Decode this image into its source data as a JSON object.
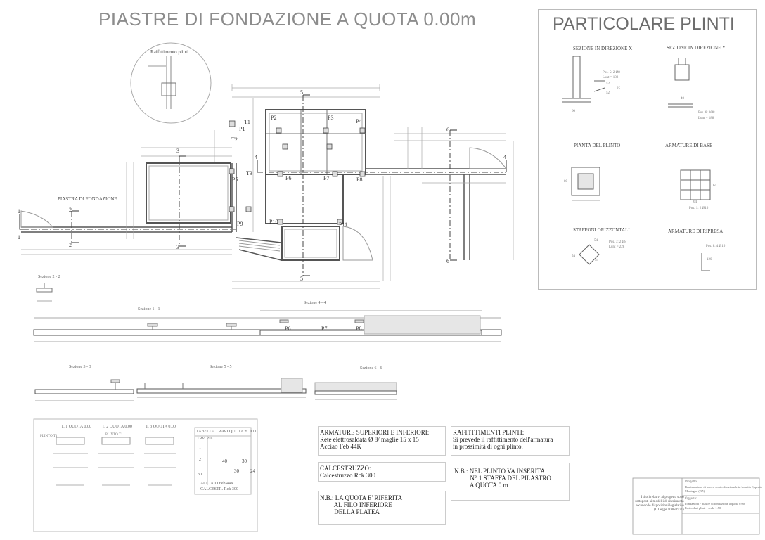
{
  "titles": {
    "main": "PIASTRE DI  FONDAZIONE A QUOTA 0.00m",
    "detail": "PARTICOLARE PLINTI"
  },
  "plan": {
    "raffittimento": "Raffittimento plinti",
    "piastra_label": "PIASTRA DI FONDAZIONE",
    "columns": [
      "P1",
      "P2",
      "P3",
      "P4",
      "P5",
      "P6",
      "P7",
      "P8",
      "P9",
      "P10",
      "P11"
    ],
    "beams": [
      "T1",
      "T2",
      "T3"
    ],
    "section_marks": [
      "1",
      "1",
      "2",
      "2",
      "3",
      "3",
      "4",
      "4",
      "5",
      "5",
      "6",
      "6"
    ]
  },
  "sections": {
    "s22": "Sezione 2 - 2",
    "s11": "Sezione 1 - 1",
    "s44": "Sezione 4 - 4",
    "s33": "Sezione 3 - 3",
    "s55": "Sezione 5 - 5",
    "s66": "Sezione 6 - 6",
    "s44_cols": [
      "P6",
      "P7",
      "P8"
    ]
  },
  "detail": {
    "sez_x": "SEZIONE IN DIREZIONE X",
    "sez_y": "SEZIONE IN DIREZIONE Y",
    "pianta": "PIANTA DEL PLINTO",
    "armature_base": "ARMATURE DI BASE",
    "staffoni": "STAFFONI ORIZZONTALI",
    "ripresa": "ARMATURE DI RIPRESA",
    "pos_x1": "Pos. 5: 2 Ø8",
    "pos_x2": "Lunt = 188",
    "pos_y1": "Pos. 6: 1Ø8",
    "pos_y2": "Lunt = 188",
    "pos_base": "Pos. 1: 2 Ø16",
    "pos_staff1": "Pos. 7: 2 Ø8",
    "pos_staff2": "Lunt = 228",
    "pos_ripresa": "Pos. 8: 4 Ø16",
    "dims": [
      "80",
      "60",
      "40",
      "54",
      "52",
      "52",
      "25",
      "54",
      "54",
      "120",
      "64",
      "64"
    ]
  },
  "table": {
    "t1": "T. 1 QUOTA  0.00",
    "t2": "T. 2 QUOTA  0.00",
    "t3": "T. 3 QUOTA  0.00",
    "plinto": "PLINTO T1",
    "plinto2": "PLINTO T1",
    "travi_title": "TABELLA TRAVI  QUOTA m. 0.00",
    "travi_head": "TRV.     PIL.",
    "rows": [
      "1",
      "2",
      "30"
    ],
    "nums": [
      "40",
      "30",
      "30",
      "24"
    ],
    "acciaio": "ACCIAIO  Feb 44K",
    "calcestr": "CALCESTR.  Rck 300"
  },
  "notes": {
    "armature": "ARMATURE SUPERIORI E INFERIORI:\nRete elettrosaldata Ø 8/ maglie 15 x 15\nAcciao Feb 44K",
    "calcestruzzo": "CALCESTRUZZO:\nCalcestruzzo Rck 300",
    "nb_quota": "N.B.: LA QUOTA E' RIFERITA\n         AL FILO INFERIORE\n         DELLA PLATEA",
    "raffittimenti": "RAFFITTIMENTI PLINTI:\nSi prevede il raffittimento dell'armatura\nin prossimità di ogni plinto.",
    "nb_plinto": "N.B.: NEL PLINTO VA INSERITA\n          N° 1 STAFFA DEL PILASTRO\n          A QUOTA 0 m"
  },
  "titleblock": {
    "left": "I titoli relativi al progetto sono\nsottoposti ai modelli di riferimento\nsecondo le disposizioni legislative\n(L.Legge 1086/1971)",
    "progetto_label": "Progetto:",
    "progetto": "Realizzazione di nuovo centro funzionale in località Eppenia\nMontagna (BZ)",
    "oggetto_label": "Oggetto:",
    "oggetto": "Fondazioni - piastre di fondazione a quota 0.00\nParticolari plinti - scala 1:50"
  },
  "colors": {
    "line": "#555555",
    "thin": "#999999",
    "hatch": "#cccccc",
    "title": "#8d8d8d"
  }
}
